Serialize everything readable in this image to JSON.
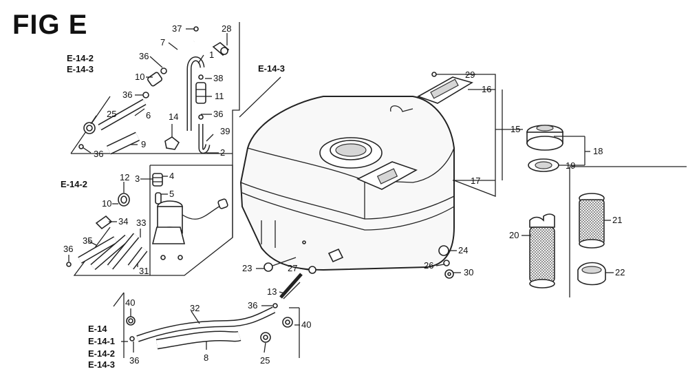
{
  "figure": {
    "title": "FIG E",
    "references": {
      "upper_left_a": "E-14-2",
      "upper_left_b": "E-14-3",
      "upper_mid": "E-14-3",
      "mid_left": "E-14-2",
      "bottom_a": "E-14",
      "bottom_b": "E-14-1",
      "bottom_c": "E-14-2",
      "bottom_d": "E-14-3"
    },
    "callouts": {
      "c37": "37",
      "c28": "28",
      "c7": "7",
      "c36a": "36",
      "c1": "1",
      "c10a": "10",
      "c38": "38",
      "c36b": "36",
      "c11": "11",
      "c25a": "25",
      "c6": "6",
      "c14": "14",
      "c36c": "36",
      "c39": "39",
      "c36d": "36",
      "c9": "9",
      "c2": "2",
      "c3": "3",
      "c4": "4",
      "c12": "12",
      "c5": "5",
      "c10b": "10",
      "c34": "34",
      "c33": "33",
      "c35": "35",
      "c36e": "36",
      "c31": "31",
      "c29": "29",
      "c16": "16",
      "c15": "15",
      "c18": "18",
      "c19": "19",
      "c17": "17",
      "c20": "20",
      "c21": "21",
      "c22": "22",
      "c24": "24",
      "c26": "26",
      "c30": "30",
      "c23": "23",
      "c27": "27",
      "c13": "13",
      "c36f": "36",
      "c40a": "40",
      "c40b": "40",
      "c32": "32",
      "c8": "8",
      "c25b": "25",
      "c36g": "36"
    }
  }
}
